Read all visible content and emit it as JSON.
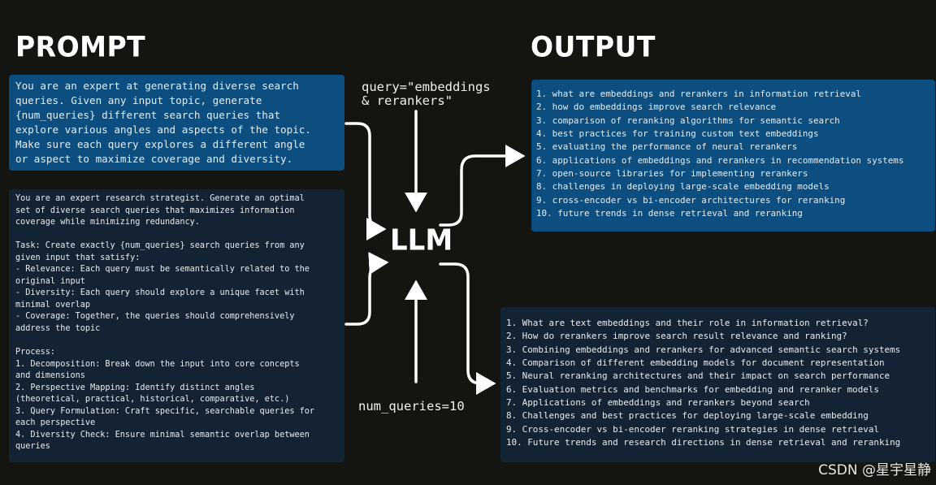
{
  "headings": {
    "prompt": "PROMPT",
    "output": "OUTPUT"
  },
  "prompt_box_one": "You are an expert at generating diverse search\nqueries. Given any input topic, generate\n{num_queries} different search queries that\nexplore various angles and aspects of the topic.\nMake sure each query explores a different angle\nor aspect to maximize coverage and diversity.",
  "prompt_box_two": "You are an expert research strategist. Generate an optimal\nset of diverse search queries that maximizes information\ncoverage while minimizing redundancy.\n\nTask: Create exactly {num_queries} search queries from any\ngiven input that satisfy:\n- Relevance: Each query must be semantically related to the\noriginal input\n- Diversity: Each query should explore a unique facet with\nminimal overlap\n- Coverage: Together, the queries should comprehensively\naddress the topic\n\nProcess:\n1. Decomposition: Break down the input into core concepts\nand dimensions\n2. Perspective Mapping: Identify distinct angles\n(theoretical, practical, historical, comparative, etc.)\n3. Query Formulation: Craft specific, searchable queries for\neach perspective\n4. Diversity Check: Ensure minimal semantic overlap between\nqueries",
  "query_param": "query=\"embeddings\n& rerankers\"",
  "num_queries_param": "num_queries=10",
  "llm_label": "LLM",
  "output_box_one": "1. what are embeddings and rerankers in information retrieval\n2. how do embeddings improve search relevance\n3. comparison of reranking algorithms for semantic search\n4. best practices for training custom text embeddings\n5. evaluating the performance of neural rerankers\n6. applications of embeddings and rerankers in recommendation systems\n7. open-source libraries for implementing rerankers\n8. challenges in deploying large-scale embedding models\n9. cross-encoder vs bi-encoder architectures for reranking\n10. future trends in dense retrieval and reranking",
  "output_box_two": "1. What are text embeddings and their role in information retrieval?\n2. How do rerankers improve search result relevance and ranking?\n3. Combining embeddings and rerankers for advanced semantic search systems\n4. Comparison of different embedding models for document representation\n5. Neural reranking architectures and their impact on search performance\n6. Evaluation metrics and benchmarks for embedding and reranker models\n7. Applications of embeddings and rerankers beyond search\n8. Challenges and best practices for deploying large-scale embedding\n9. Cross-encoder vs bi-encoder reranking strategies in dense retrieval\n10. Future trends and research directions in dense retrieval and reranking",
  "watermark": "CSDN @星宇星静",
  "colors": {
    "background": "#141410",
    "blue_box": "#0d4e80",
    "dark_box": "#132334",
    "arrow": "#ffffff"
  }
}
